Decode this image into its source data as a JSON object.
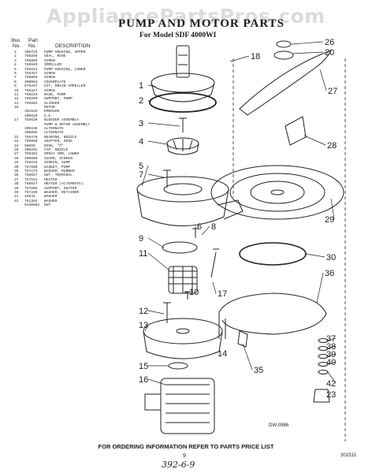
{
  "watermark": "AppliancePartsPros.com",
  "title": "PUMP AND MOTOR PARTS",
  "subtitle": "For Model SDF 4000WI",
  "parts_header": {
    "illus": "Illus",
    "part": "Part",
    "no": "No.",
    "no2": "No.",
    "description": "DESCRIPTION"
  },
  "parts": [
    [
      "1",
      "300725",
      "PUMP HOUSING, UPPER"
    ],
    [
      "2",
      "758259",
      "SEAL, RING"
    ],
    [
      "3",
      "758886",
      "SCREW"
    ],
    [
      "4",
      "759949",
      "IMPELLER"
    ],
    [
      "5",
      "758222",
      "PUMP HOUSING, LOWER"
    ],
    [
      "6",
      "758357",
      "SCREW"
    ],
    [
      "7",
      "758858",
      "SCREW"
    ],
    [
      "8",
      "300084",
      "COVERPLATE"
    ],
    [
      "9",
      "675297",
      "KIT, DRAIN IMPELLER"
    ],
    [
      "10",
      "758327",
      "SCREW"
    ],
    [
      "11",
      "758219",
      "BASE, PUMP"
    ],
    [
      "12",
      "758260",
      "SUPPORT, PUMP"
    ],
    [
      "13",
      "759983",
      "SLINGER"
    ],
    [
      "16",
      "",
      "MOTOR"
    ],
    [
      "",
      "301529",
      "EMERSON"
    ],
    [
      "",
      "300810",
      "G.E."
    ],
    [
      "17",
      "758629",
      "BLEEDER ASSEMBLY"
    ],
    [
      "",
      "",
      "PUMP & MOTOR ASSEMBLY"
    ],
    [
      "",
      "300236",
      "ALTERNATE"
    ],
    [
      "",
      "300895",
      "ALTERNATE"
    ],
    [
      "22",
      "759476",
      "BEARING, NOZZLE"
    ],
    [
      "23",
      "759950",
      "ADAPTER, HOSE"
    ],
    [
      "24",
      "98086",
      "RING, \"O\""
    ],
    [
      "26",
      "300292",
      "CAP, NOZZLE"
    ],
    [
      "27",
      "759491",
      "SPRAY ARM, LOWER"
    ],
    [
      "28",
      "300988",
      "GUARD, SCREEN"
    ],
    [
      "29",
      "758226",
      "SCREEN, SUMP"
    ],
    [
      "30",
      "757600",
      "GASKET, PUMP"
    ],
    [
      "35",
      "757273",
      "WASHER, RUBBER"
    ],
    [
      "36",
      "758657",
      "NUT, TERMINAL"
    ],
    [
      "37",
      "757181",
      "HEATER"
    ],
    [
      "38",
      "758647",
      "HEATER (ALTERNATE)"
    ],
    [
      "39",
      "757098",
      "SUPPORT, HEATER"
    ],
    [
      "40",
      "757289",
      "WASHER, RETAINER"
    ],
    [
      "41",
      "16531",
      "WASHER"
    ],
    [
      "42",
      "761384",
      "WASHER"
    ],
    [
      "",
      "9430862",
      "NUT"
    ]
  ],
  "callouts": [
    "1",
    "2",
    "3",
    "4",
    "5",
    "6",
    "7",
    "8",
    "9",
    "10",
    "11",
    "12",
    "13",
    "14",
    "15",
    "16",
    "17",
    "18",
    "20",
    "23",
    "26",
    "27",
    "28",
    "29",
    "30",
    "35",
    "36",
    "37",
    "38",
    "39",
    "40",
    "42"
  ],
  "drawing_number": "DW-0986",
  "footer": "FOR ORDERING INFORMATION REFER TO PARTS PRICE LIST",
  "page_number": "9",
  "doc_code": "301531",
  "signature": "392-6-9"
}
